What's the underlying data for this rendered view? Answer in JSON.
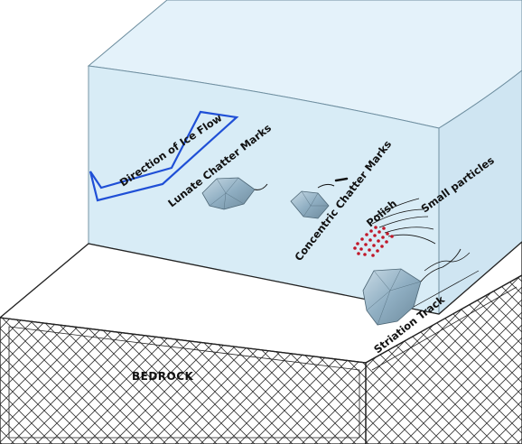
{
  "labels": {
    "ice_flow": "Direction of Ice Flow",
    "lunate": "Lunate Chatter Marks",
    "concentric": "Concentric Chatter Marks",
    "polish": "Polish",
    "small_particles": "Small particles",
    "striation": "Striation Track",
    "bedrock": "BEDROCK"
  },
  "colors": {
    "ice_fill": "#dceef8",
    "ice_edge": "#6f8fa0",
    "arrow": "#1f4fd6",
    "bedrock_side": "#f8f8f8",
    "bedrock_top": "#ffffff",
    "hatch": "#333333",
    "particles": "#c0182a",
    "rock": "#8faec2"
  },
  "icons": {
    "ice_flow_arrow": "hollow-arrow-left",
    "rocks": "rock-fragment"
  }
}
